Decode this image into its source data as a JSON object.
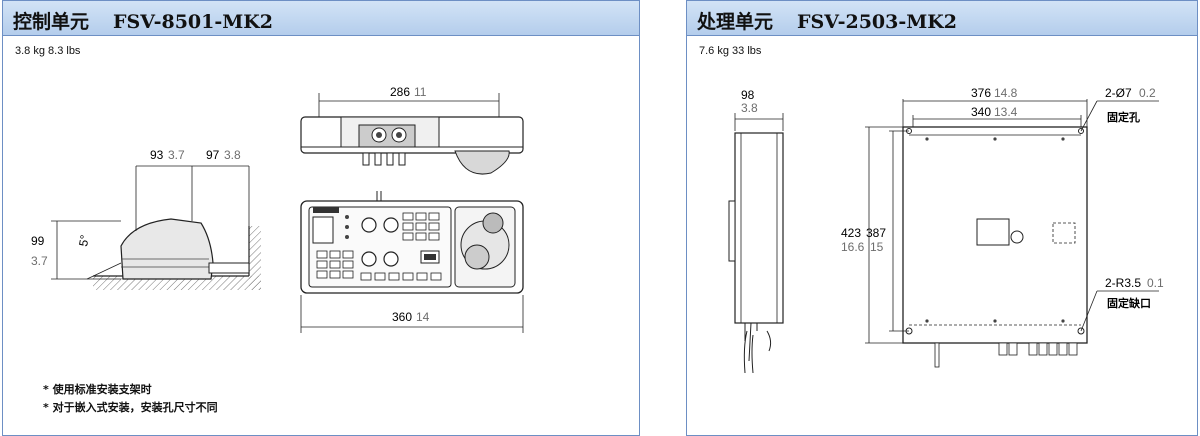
{
  "left": {
    "title": "控制单元",
    "model": "FSV-8501-MK2",
    "weight": "3.8 kg 8.3 lbs",
    "dims": {
      "w286": "286",
      "w286_in": "11",
      "w93": "93",
      "w93_in": "3.7",
      "w97": "97",
      "w97_in": "3.8",
      "h99": "99",
      "h99_in": "3.7",
      "angle": "5°",
      "w360": "360",
      "w360_in": "14"
    },
    "notes": [
      "* 使用标准安装支架时",
      "* 对于嵌入式安装，安装孔尺寸不同"
    ]
  },
  "right": {
    "title": "处理单元",
    "model": "FSV-2503-MK2",
    "weight": "7.6 kg 33 lbs",
    "dims": {
      "w98": "98",
      "w98_in": "3.8",
      "w376": "376",
      "w376_in": "14.8",
      "w340": "340",
      "w340_in": "13.4",
      "h423": "423",
      "h423_in": "16.6",
      "h387": "387",
      "h387_in": "15",
      "hole": "2-Ø7",
      "hole_in": "0.2",
      "hole_label": "固定孔",
      "notch": "2-R3.5",
      "notch_in": "0.1",
      "notch_label": "固定缺口"
    }
  }
}
